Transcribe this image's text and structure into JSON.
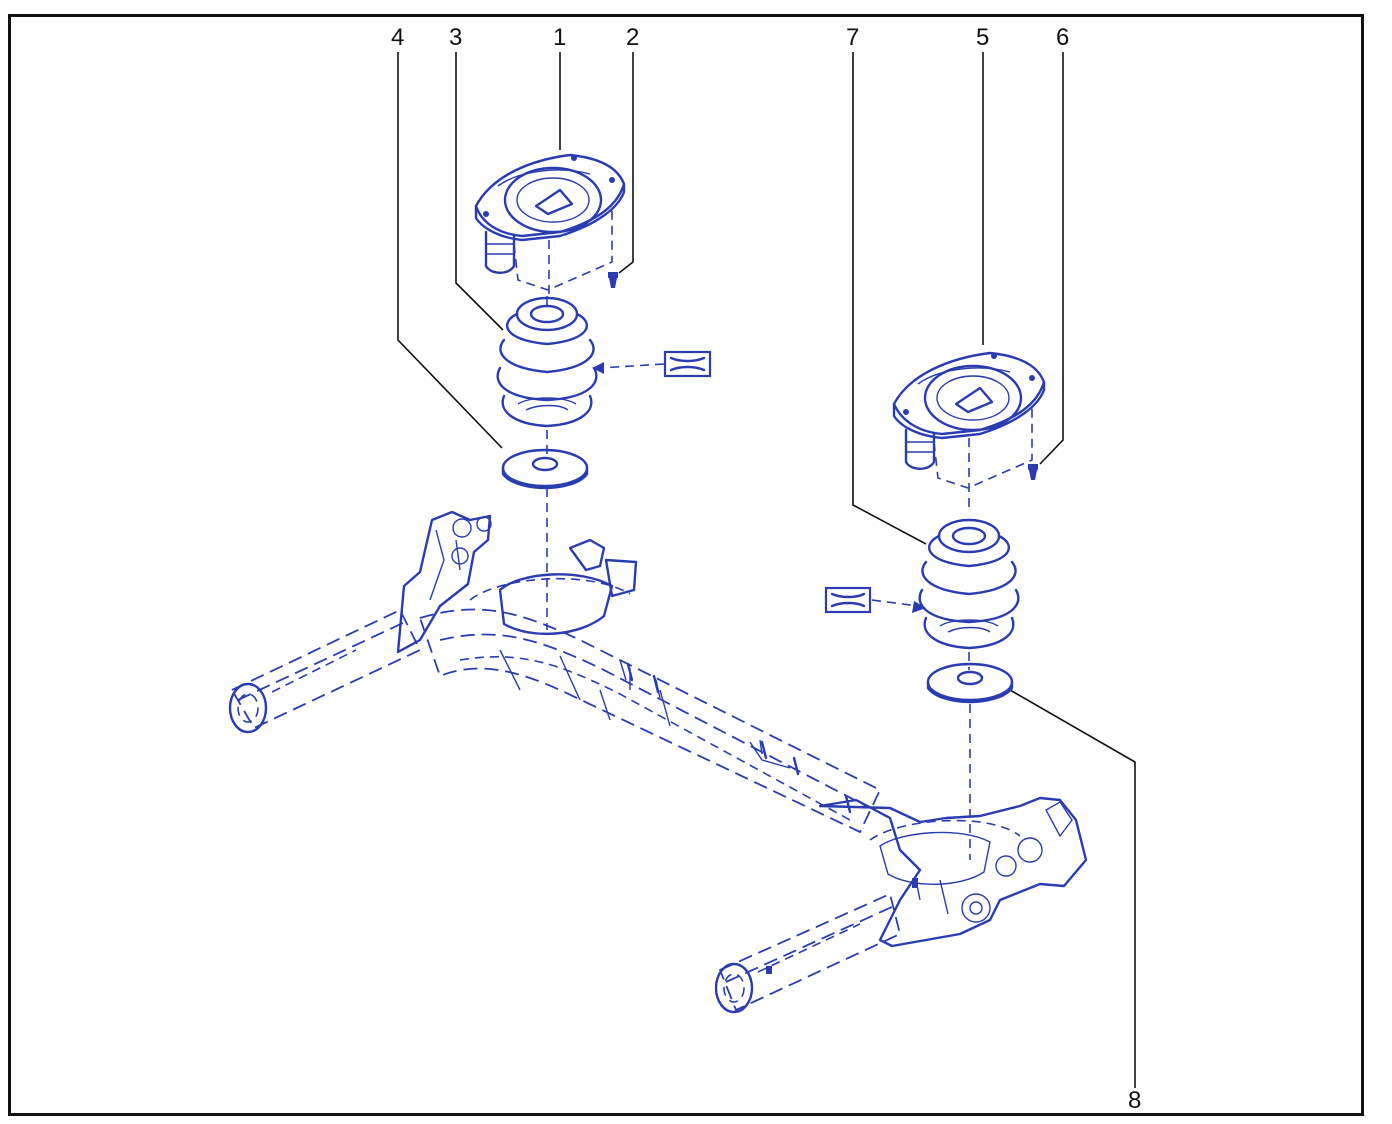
{
  "diagram": {
    "colors": {
      "line": "#2a3db0",
      "callout": "#111111",
      "frame": "#111111"
    },
    "callouts": [
      {
        "id": "c4",
        "text": "4"
      },
      {
        "id": "c3",
        "text": "3"
      },
      {
        "id": "c1",
        "text": "1"
      },
      {
        "id": "c2",
        "text": "2"
      },
      {
        "id": "c7",
        "text": "7"
      },
      {
        "id": "c5",
        "text": "5"
      },
      {
        "id": "c6",
        "text": "6"
      },
      {
        "id": "c8",
        "text": "8"
      }
    ],
    "icons": [
      "lubricant-symbol-icon",
      "spring-seat-icon",
      "coil-spring-icon",
      "bolt-icon",
      "axle-beam-icon"
    ]
  }
}
